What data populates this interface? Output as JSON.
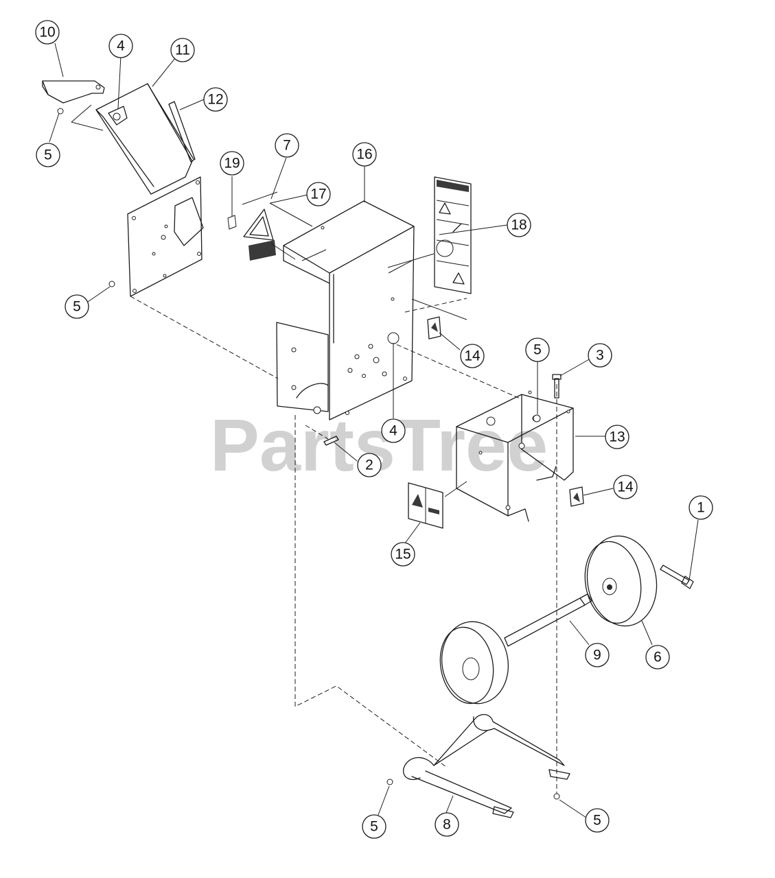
{
  "watermark": "PartsTree",
  "callouts": [
    {
      "label": "10"
    },
    {
      "label": "4"
    },
    {
      "label": "11"
    },
    {
      "label": "12"
    },
    {
      "label": "5"
    },
    {
      "label": "7"
    },
    {
      "label": "19"
    },
    {
      "label": "17"
    },
    {
      "label": "16"
    },
    {
      "label": "18"
    },
    {
      "label": "5"
    },
    {
      "label": "14"
    },
    {
      "label": "5"
    },
    {
      "label": "3"
    },
    {
      "label": "4"
    },
    {
      "label": "13"
    },
    {
      "label": "2"
    },
    {
      "label": "14"
    },
    {
      "label": "1"
    },
    {
      "label": "15"
    },
    {
      "label": "9"
    },
    {
      "label": "6"
    },
    {
      "label": "5"
    },
    {
      "label": "8"
    },
    {
      "label": "5"
    }
  ]
}
